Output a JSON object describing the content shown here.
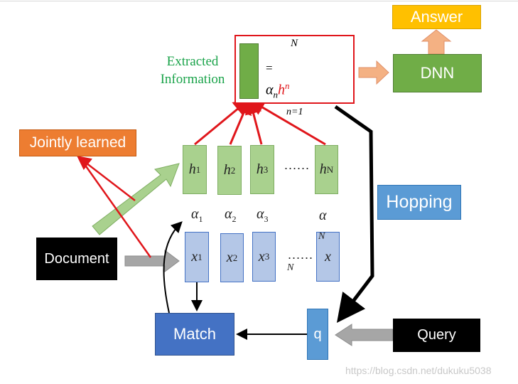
{
  "answer": "Answer",
  "dnn": "DNN",
  "jointly": "Jointly learned",
  "hopping": "Hopping",
  "document": "Document",
  "match": "Match",
  "query": "Query",
  "q": "q",
  "extracted": "Extracted\nInformation",
  "formula": {
    "sum_top": "N",
    "eq": "=",
    "alpha": "α",
    "n_sub": "n",
    "h": "h",
    "n_sup": "n",
    "sum_bottom": "n=1"
  },
  "h_cells": [
    {
      "base": "h",
      "sup": "1"
    },
    {
      "base": "h",
      "sup": "2"
    },
    {
      "base": "h",
      "sup": "3"
    },
    {
      "base": "h",
      "sup": "N"
    }
  ],
  "x_cells": [
    {
      "base": "x",
      "sup": "1"
    },
    {
      "base": "x",
      "sup": "2"
    },
    {
      "base": "x",
      "sup": "3"
    },
    {
      "base": "x",
      "sup": ""
    }
  ],
  "x_n_top": "N",
  "x_n_bottom": "N",
  "alphas": [
    {
      "base": "α",
      "sub": "1"
    },
    {
      "base": "α",
      "sub": "2"
    },
    {
      "base": "α",
      "sub": "3"
    },
    {
      "base": "α",
      "sub": ""
    }
  ],
  "dots_h": "......",
  "dots_x": "......",
  "watermark": "https://blog.csdn.net/dukuku5038",
  "colors": {
    "orange": "#ed7d31",
    "green": "#70ad47",
    "blue_dark": "#4472c4",
    "blue_light": "#5b9bd5",
    "gold": "#ffc000",
    "red": "#e0161b"
  }
}
